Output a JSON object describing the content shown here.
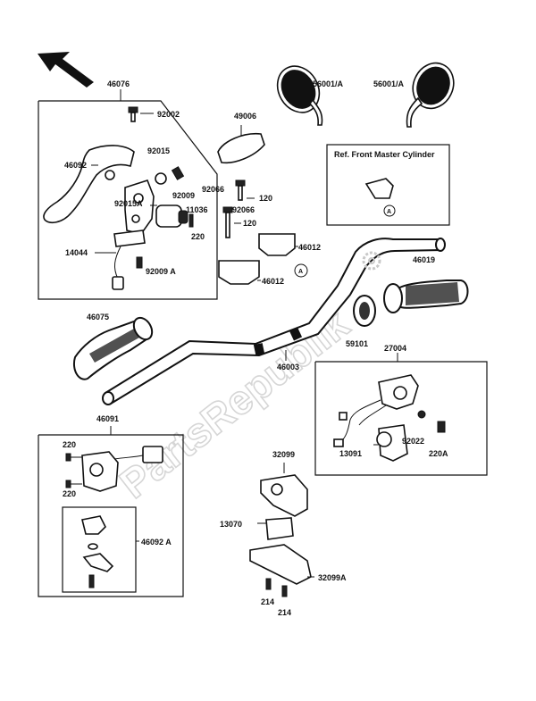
{
  "watermark": "PartsRepublik",
  "reference_note": "Ref. Front Master Cylinder",
  "reference_mark": "A",
  "labels": {
    "l46076": "46076",
    "l92002": "92002",
    "l92015": "92015",
    "l92009": "92009",
    "l46092": "46092",
    "l92015A": "92015A",
    "l11036": "11036",
    "l220a": "220",
    "l14044": "14044",
    "l92009A": "92009 A",
    "l49006": "49006",
    "l56001A_1": "56001/A",
    "l56001A_2": "56001/A",
    "l92066": "92066",
    "l120a": "120",
    "l92066b": "92066",
    "l120b": "120",
    "l46012a": "46012",
    "l46012b": "46012",
    "l46019": "46019",
    "l46075": "46075",
    "l59101": "59101",
    "l46003": "46003",
    "l27004": "27004",
    "l92022": "92022",
    "l13091": "13091",
    "l220A": "220A",
    "l46091": "46091",
    "l220b": "220",
    "l220c": "220",
    "l46092A": "46092 A",
    "l32099": "32099",
    "l13070": "13070",
    "l32099A": "32099A",
    "l214a": "214",
    "l214b": "214"
  }
}
